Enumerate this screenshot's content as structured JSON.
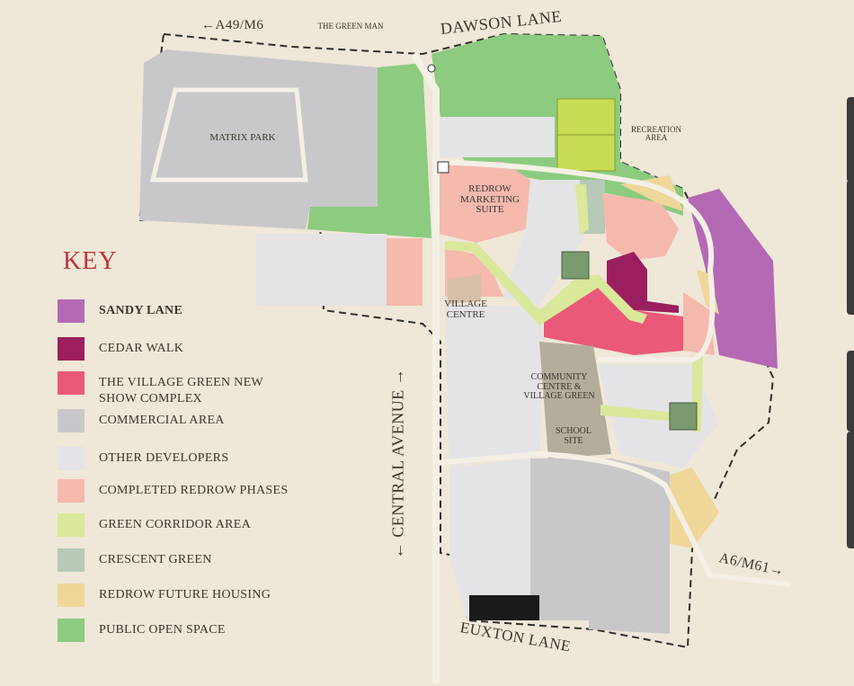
{
  "map": {
    "colors": {
      "background": "#efe7d7",
      "sandy_lane": "#b469b4",
      "cedar_walk": "#9b1f5e",
      "village_green": "#ea5a78",
      "commercial": "#c8c8ca",
      "other_developers": "#e4e3e6",
      "completed_redrow": "#f5b9ae",
      "green_corridor": "#d9e89a",
      "crescent_green": "#b7c9b7",
      "future_housing": "#efd79a",
      "open_space": "#8ccb80"
    },
    "labels": {
      "the_green_man": "THE GREEN MAN",
      "matrix_park": "MATRIX PARK",
      "recreation_area": "RECREATION AREA",
      "redrow_marketing_suite": "REDROW MARKETING SUITE",
      "village_centre": "VILLAGE CENTRE",
      "community_centre": "COMMUNITY CENTRE & VILLAGE GREEN",
      "school_site": "SCHOOL SITE"
    },
    "roads": {
      "a49_m6": "A49/M6",
      "dawson_lane": "DAWSON LANE",
      "central_avenue": "CENTRAL AVENUE",
      "a6_m61": "A6/M61",
      "euxton_lane": "EUXTON LANE"
    }
  },
  "key": {
    "title": "KEY",
    "items": [
      {
        "label": "SANDY LANE",
        "color": "#b469b4",
        "bold": true
      },
      {
        "label": "CEDAR WALK",
        "color": "#9b1f5e"
      },
      {
        "label": "THE VILLAGE GREEN NEW SHOW COMPLEX",
        "color": "#ea5a78"
      },
      {
        "label": "COMMERCIAL AREA",
        "color": "#c8c8ca"
      },
      {
        "label": "OTHER DEVELOPERS",
        "color": "#e4e3e6"
      },
      {
        "label": "COMPLETED REDROW PHASES",
        "color": "#f5b9ae"
      },
      {
        "label": "GREEN CORRIDOR AREA",
        "color": "#d9e89a"
      },
      {
        "label": "CRESCENT GREEN",
        "color": "#b7c9b7"
      },
      {
        "label": "REDROW FUTURE HOUSING",
        "color": "#efd79a"
      },
      {
        "label": "PUBLIC OPEN SPACE",
        "color": "#8ccb80"
      }
    ]
  }
}
